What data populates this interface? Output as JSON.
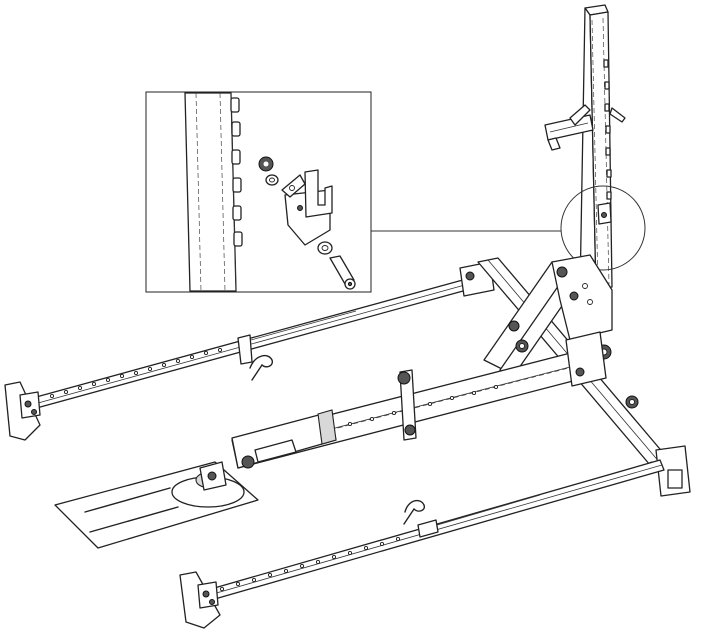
{
  "figure": {
    "background": "#ffffff",
    "line_color": "#222222",
    "detail_callout": {
      "target": "upright-post-bracket",
      "icons": [
        "nut",
        "washer",
        "bracket",
        "washer",
        "bolt"
      ]
    },
    "parts": [
      "upright-post",
      "base-crossbar",
      "left-outrigger-arm",
      "right-outrigger-arm",
      "center-boom",
      "pivot-plate",
      "lift-arm",
      "detent-pin",
      "foot-pad"
    ]
  }
}
